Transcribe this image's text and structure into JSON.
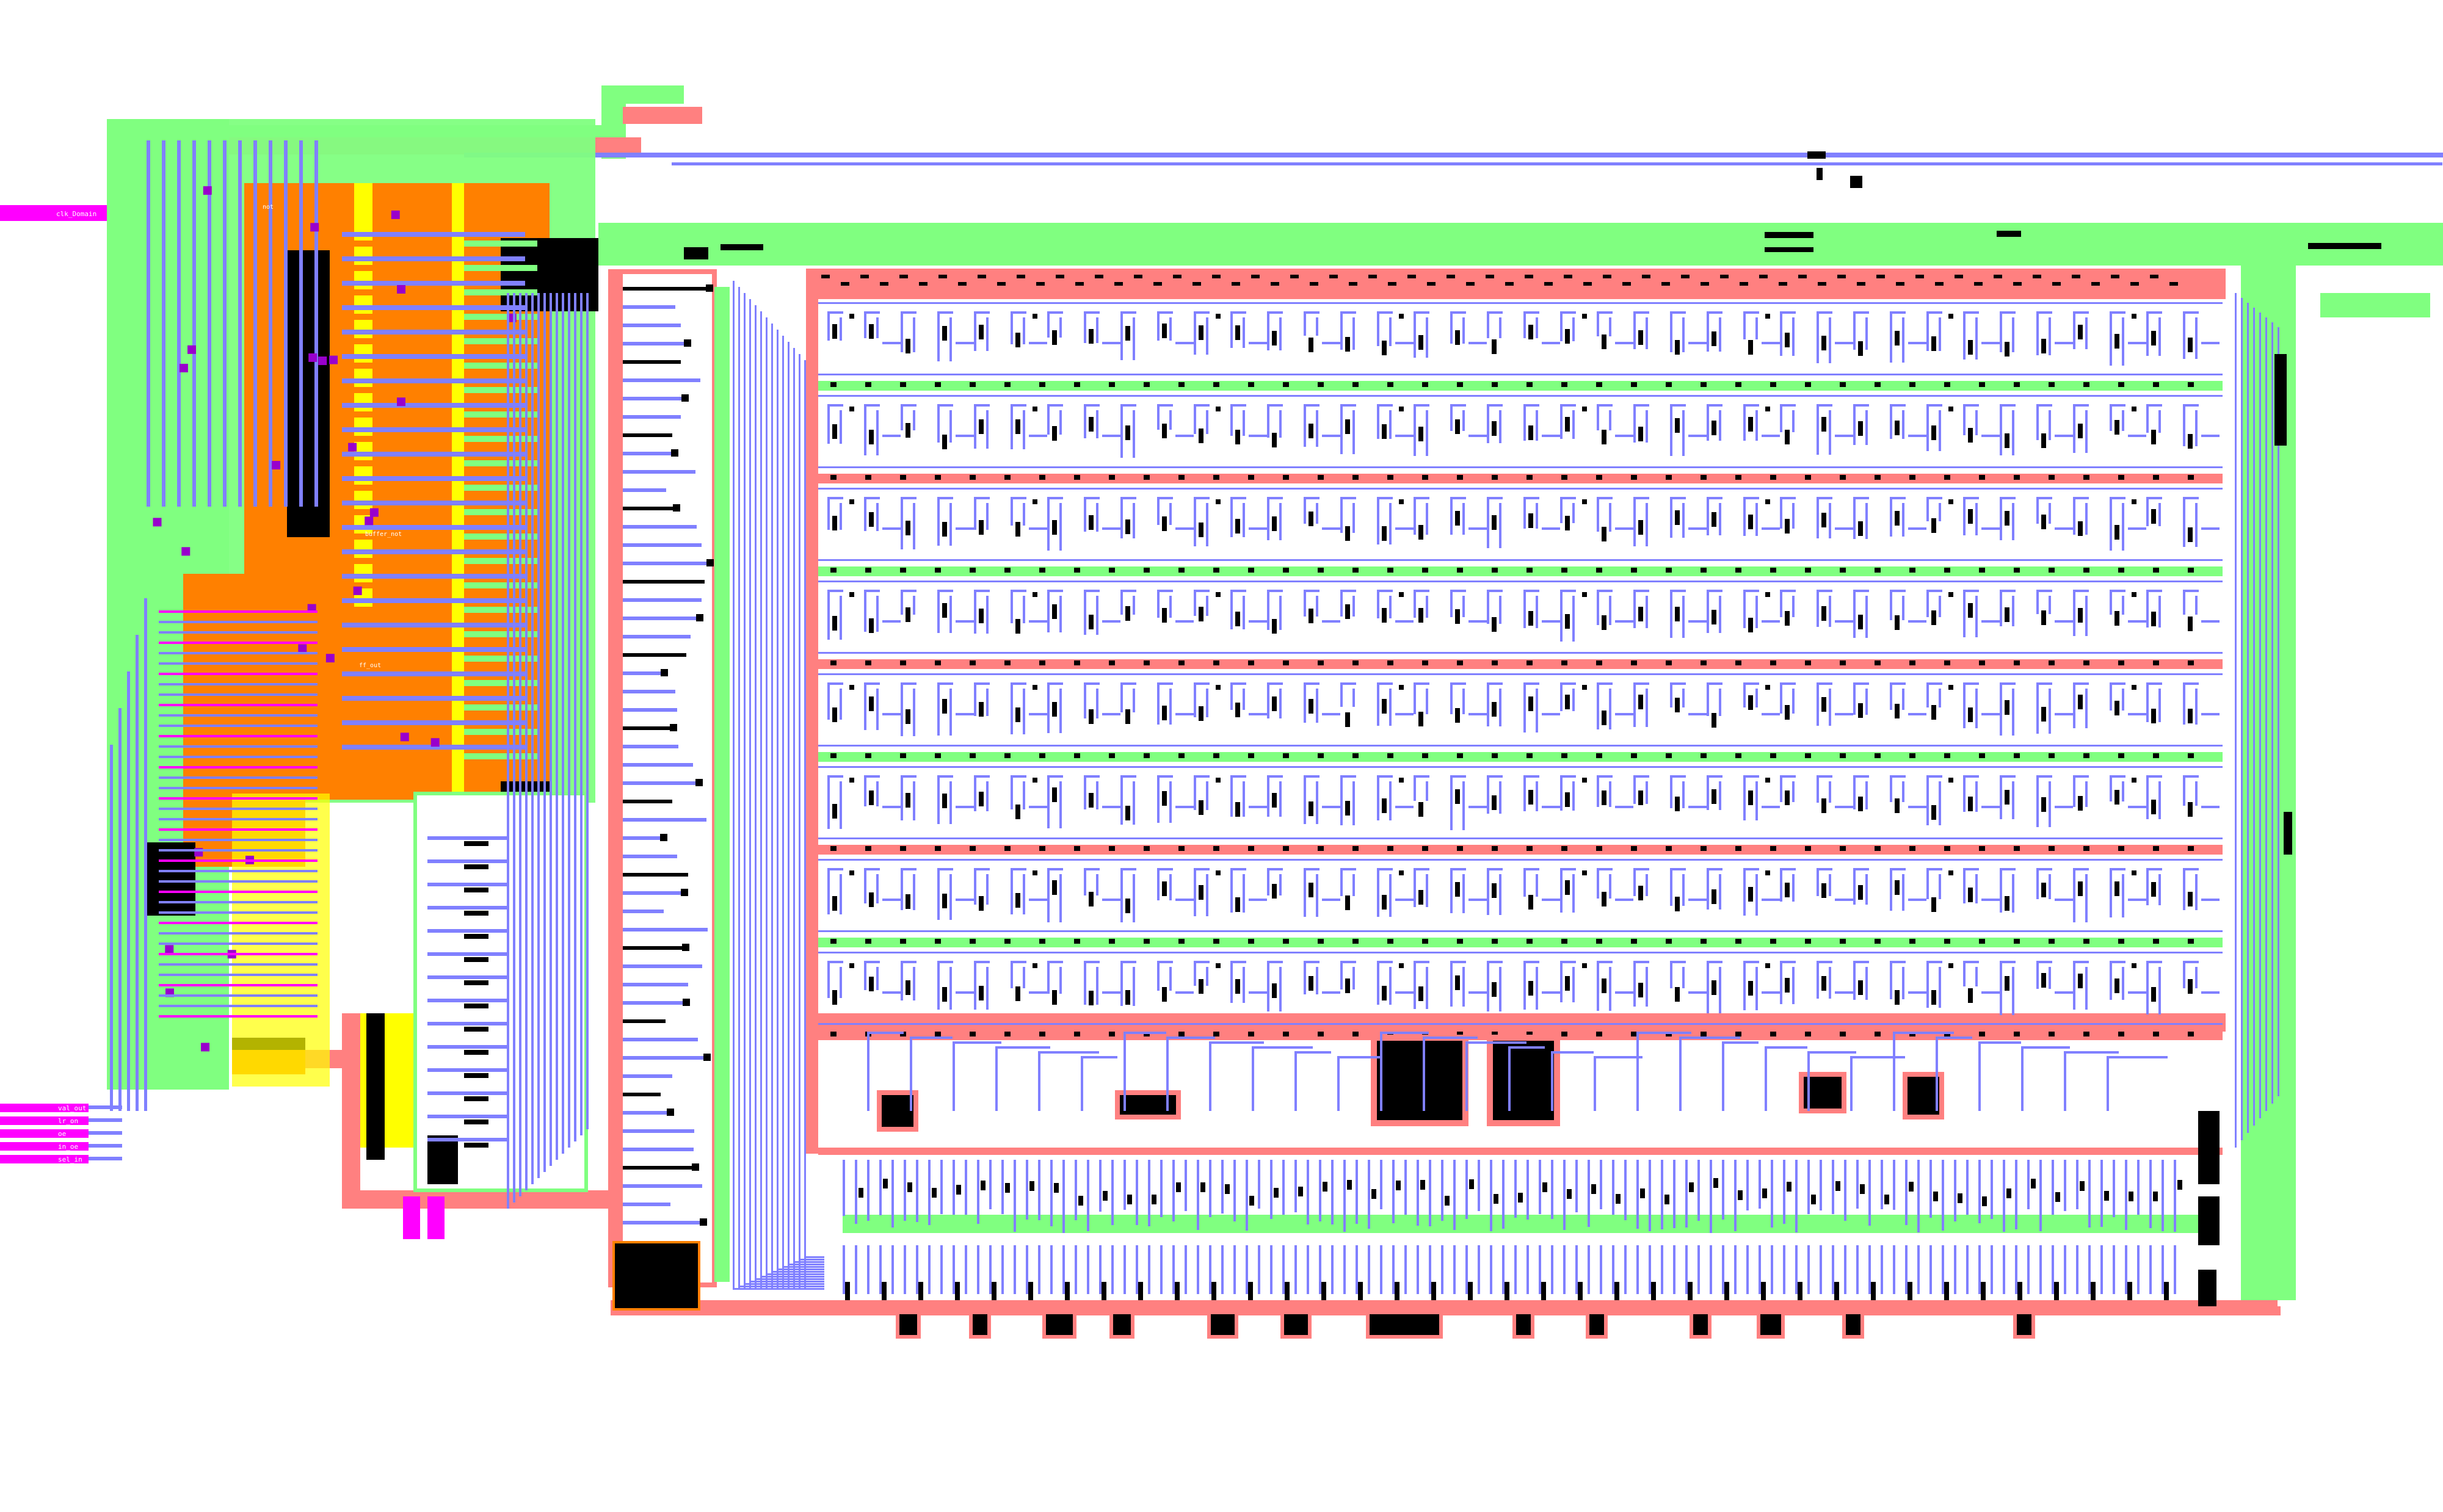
{
  "colors": {
    "background": "#ffffff",
    "metal1": "#8080ff",
    "metal2": "#ff8080",
    "metal3": "#80ff80",
    "poly": "#ff8000",
    "diff": "#ffff00",
    "pin": "#ff00ff",
    "via": "#9900cc",
    "contact": "#000000"
  },
  "icons": {
    "pin": "pin-rect",
    "via": "via-square",
    "contact": "contact-square"
  },
  "pins": {
    "clk": "clk_Domain",
    "left": [
      "val_out",
      "lr_on",
      "oe",
      "in_oe",
      "sel_in"
    ]
  },
  "nets": {
    "not_label": "not",
    "buffer_not": "buffer_not",
    "ff_out": "ff_out"
  },
  "array": {
    "rows": 8,
    "row_pattern": [
      "metal3",
      "metal2"
    ]
  }
}
